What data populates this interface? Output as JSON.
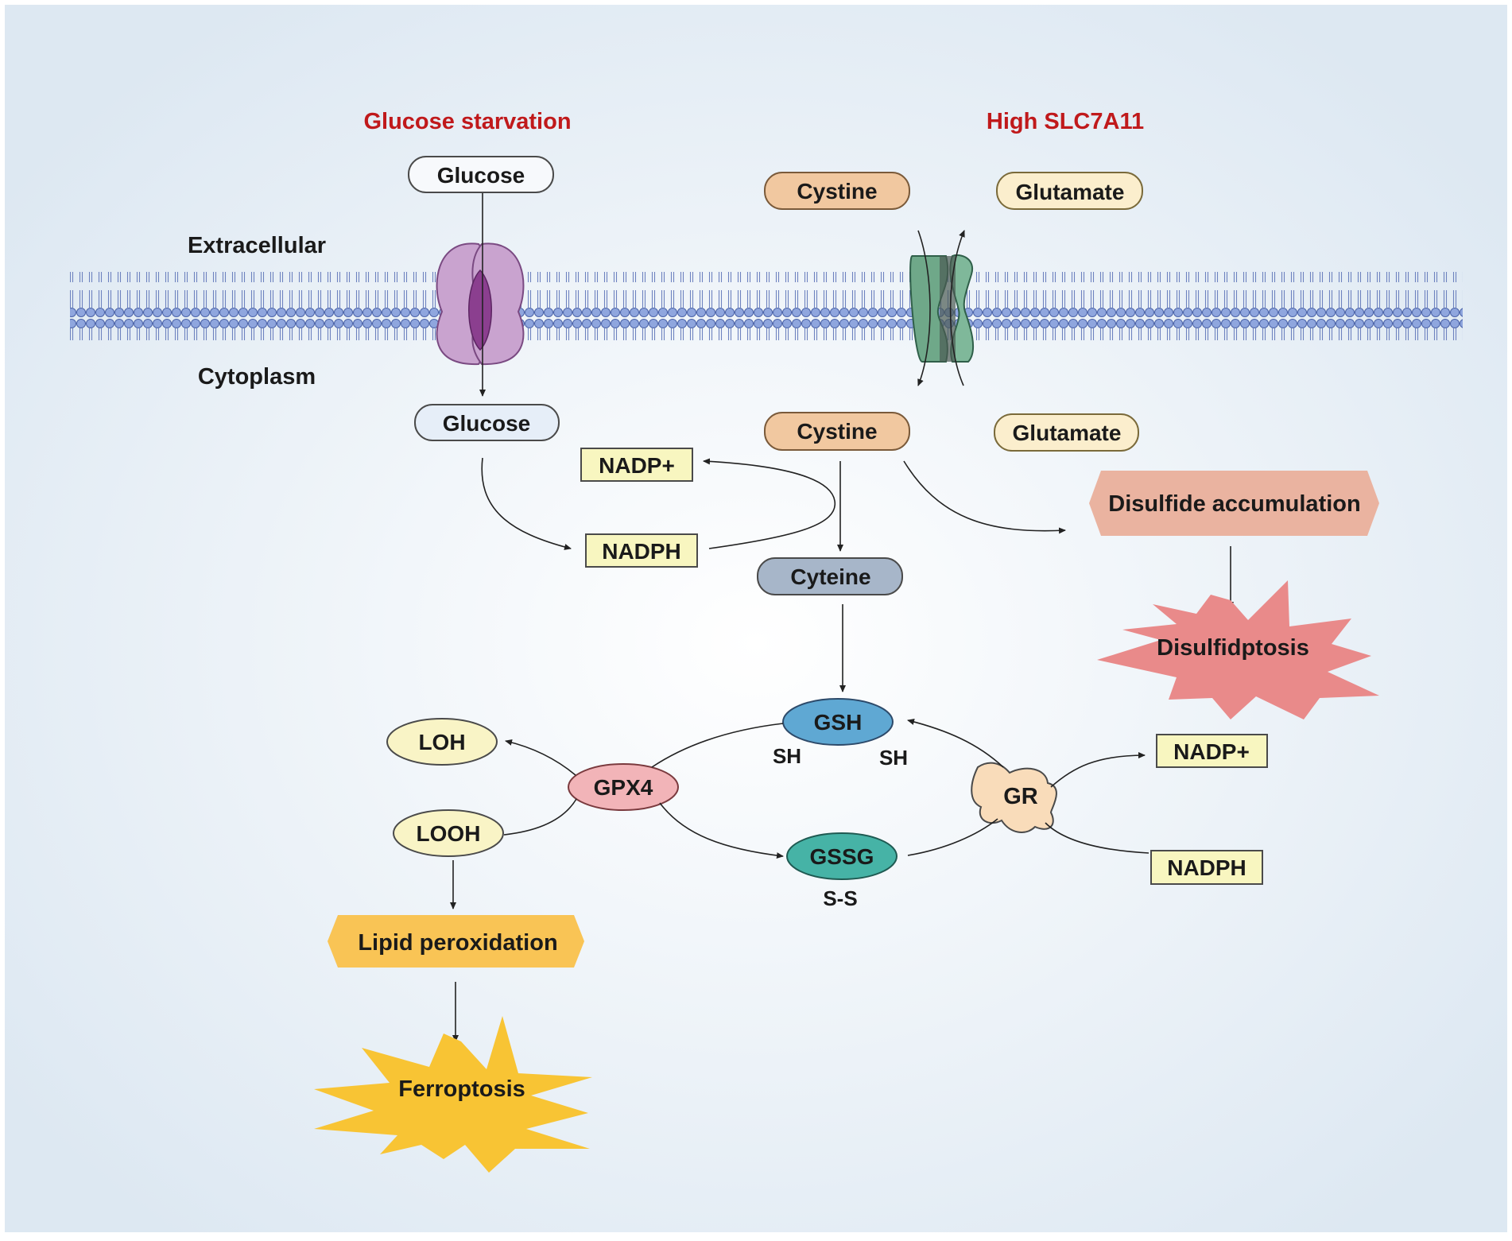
{
  "headings": {
    "glucose_starvation": "Glucose starvation",
    "high_slc7a11": "High SLC7A11"
  },
  "compartments": {
    "extracellular": "Extracellular",
    "cytoplasm": "Cytoplasm"
  },
  "nodes": {
    "glucose_out": "Glucose",
    "glucose_in": "Glucose",
    "cystine_out": "Cystine",
    "glutamate_out": "Glutamate",
    "cystine_in": "Cystine",
    "glutamate_in": "Glutamate",
    "nadp_plus_top": "NADP+",
    "nadph_top": "NADPH",
    "cyteine": "Cyteine",
    "disulfide_accumulation": "Disulfide accumulation",
    "disulfidptosis": "Disulfidptosis",
    "gsh": "GSH",
    "gsh_sh_left": "SH",
    "gsh_sh_right": "SH",
    "gssg": "GSSG",
    "gssg_ss": "S-S",
    "gpx4": "GPX4",
    "loh": "LOH",
    "looh": "LOOH",
    "gr": "GR",
    "nadp_plus_right": "NADP+",
    "nadph_right": "NADPH",
    "lipid_peroxidation": "Lipid peroxidation",
    "ferroptosis": "Ferroptosis"
  },
  "colors": {
    "heading_red": "#c0191b",
    "membrane_blue": "#6f86c6",
    "glut_purple": "#c9a3cf",
    "slc7a11_green": "#7fb89a",
    "cystine_fill": "#f1c8a0",
    "glutamate_fill": "#fbeecd",
    "nadp_fill": "#f8f6c0",
    "cyteine_fill": "#a7b6c9",
    "gsh_fill": "#5fa8d3",
    "gssg_fill": "#46b3a6",
    "gpx4_fill": "#f2b4b8",
    "loh_fill": "#f9f4c6",
    "lipid_fill": "#f9c455",
    "ferroptosis_fill": "#f8c434",
    "disulfide_fill": "#eab3a0",
    "disulfidptosis_fill": "#e98a8a",
    "gr_fill": "#f9dcba"
  }
}
